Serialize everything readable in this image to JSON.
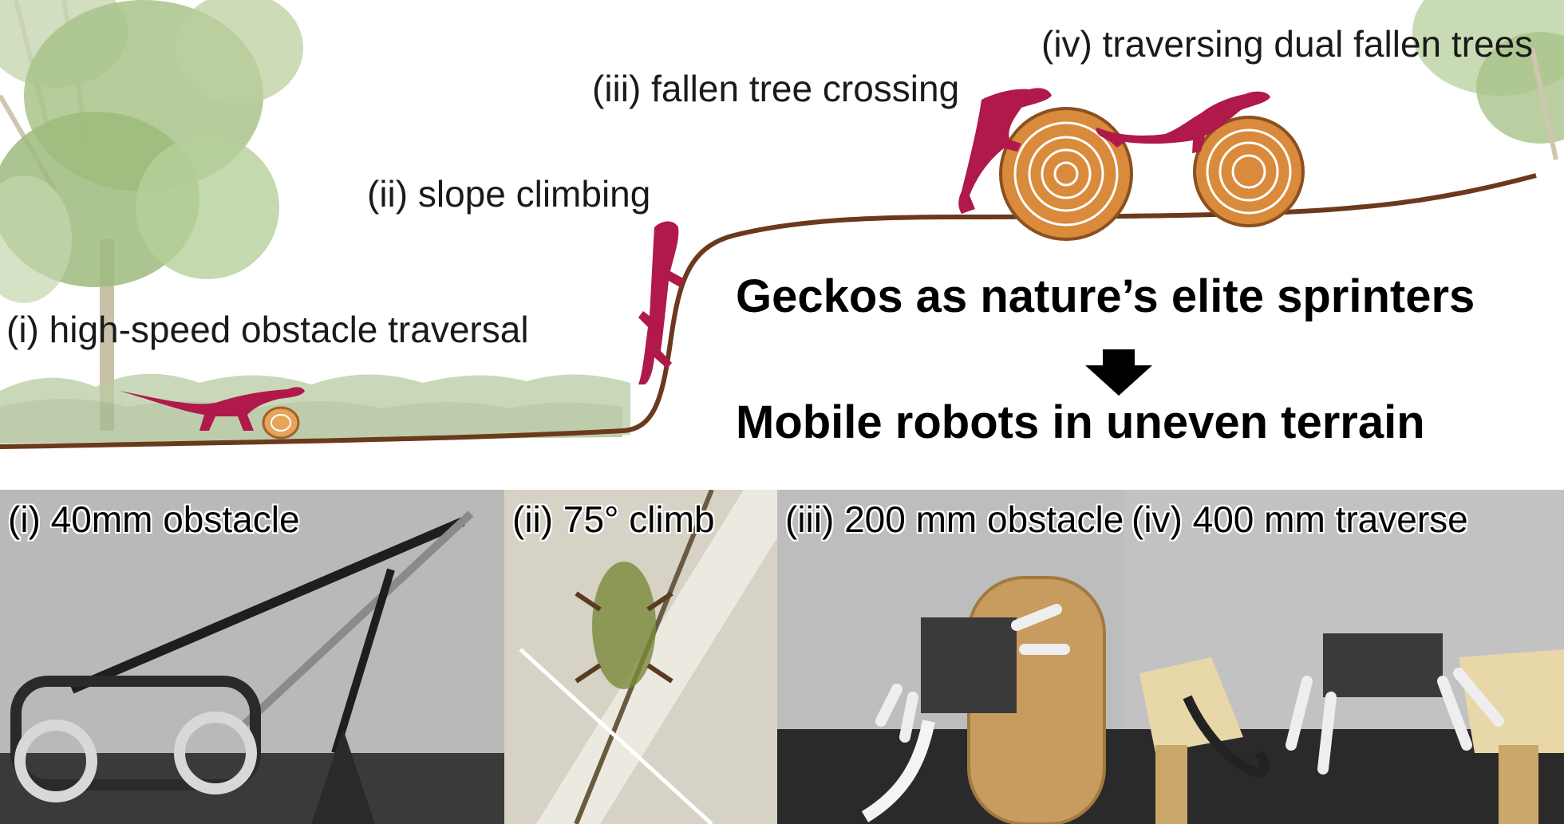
{
  "stages": {
    "s1": "(i) high-speed obstacle traversal",
    "s2": "(ii) slope climbing",
    "s3": "(iii) fallen tree crossing",
    "s4": "(iv) traversing dual fallen trees"
  },
  "headline": {
    "line1": "Geckos as nature’s elite sprinters",
    "line2": "Mobile robots in uneven terrain"
  },
  "photos": [
    {
      "label": "(i) 40mm obstacle"
    },
    {
      "label": "(ii) 75° climb"
    },
    {
      "label": "(iii) 200 mm obstacle"
    },
    {
      "label": "(iv) 400 mm traverse"
    }
  ],
  "colors": {
    "gecko": "#b0194a",
    "ground": "#6b3a1c",
    "log": "#d98a3a",
    "foliage": "#a9c38a"
  }
}
